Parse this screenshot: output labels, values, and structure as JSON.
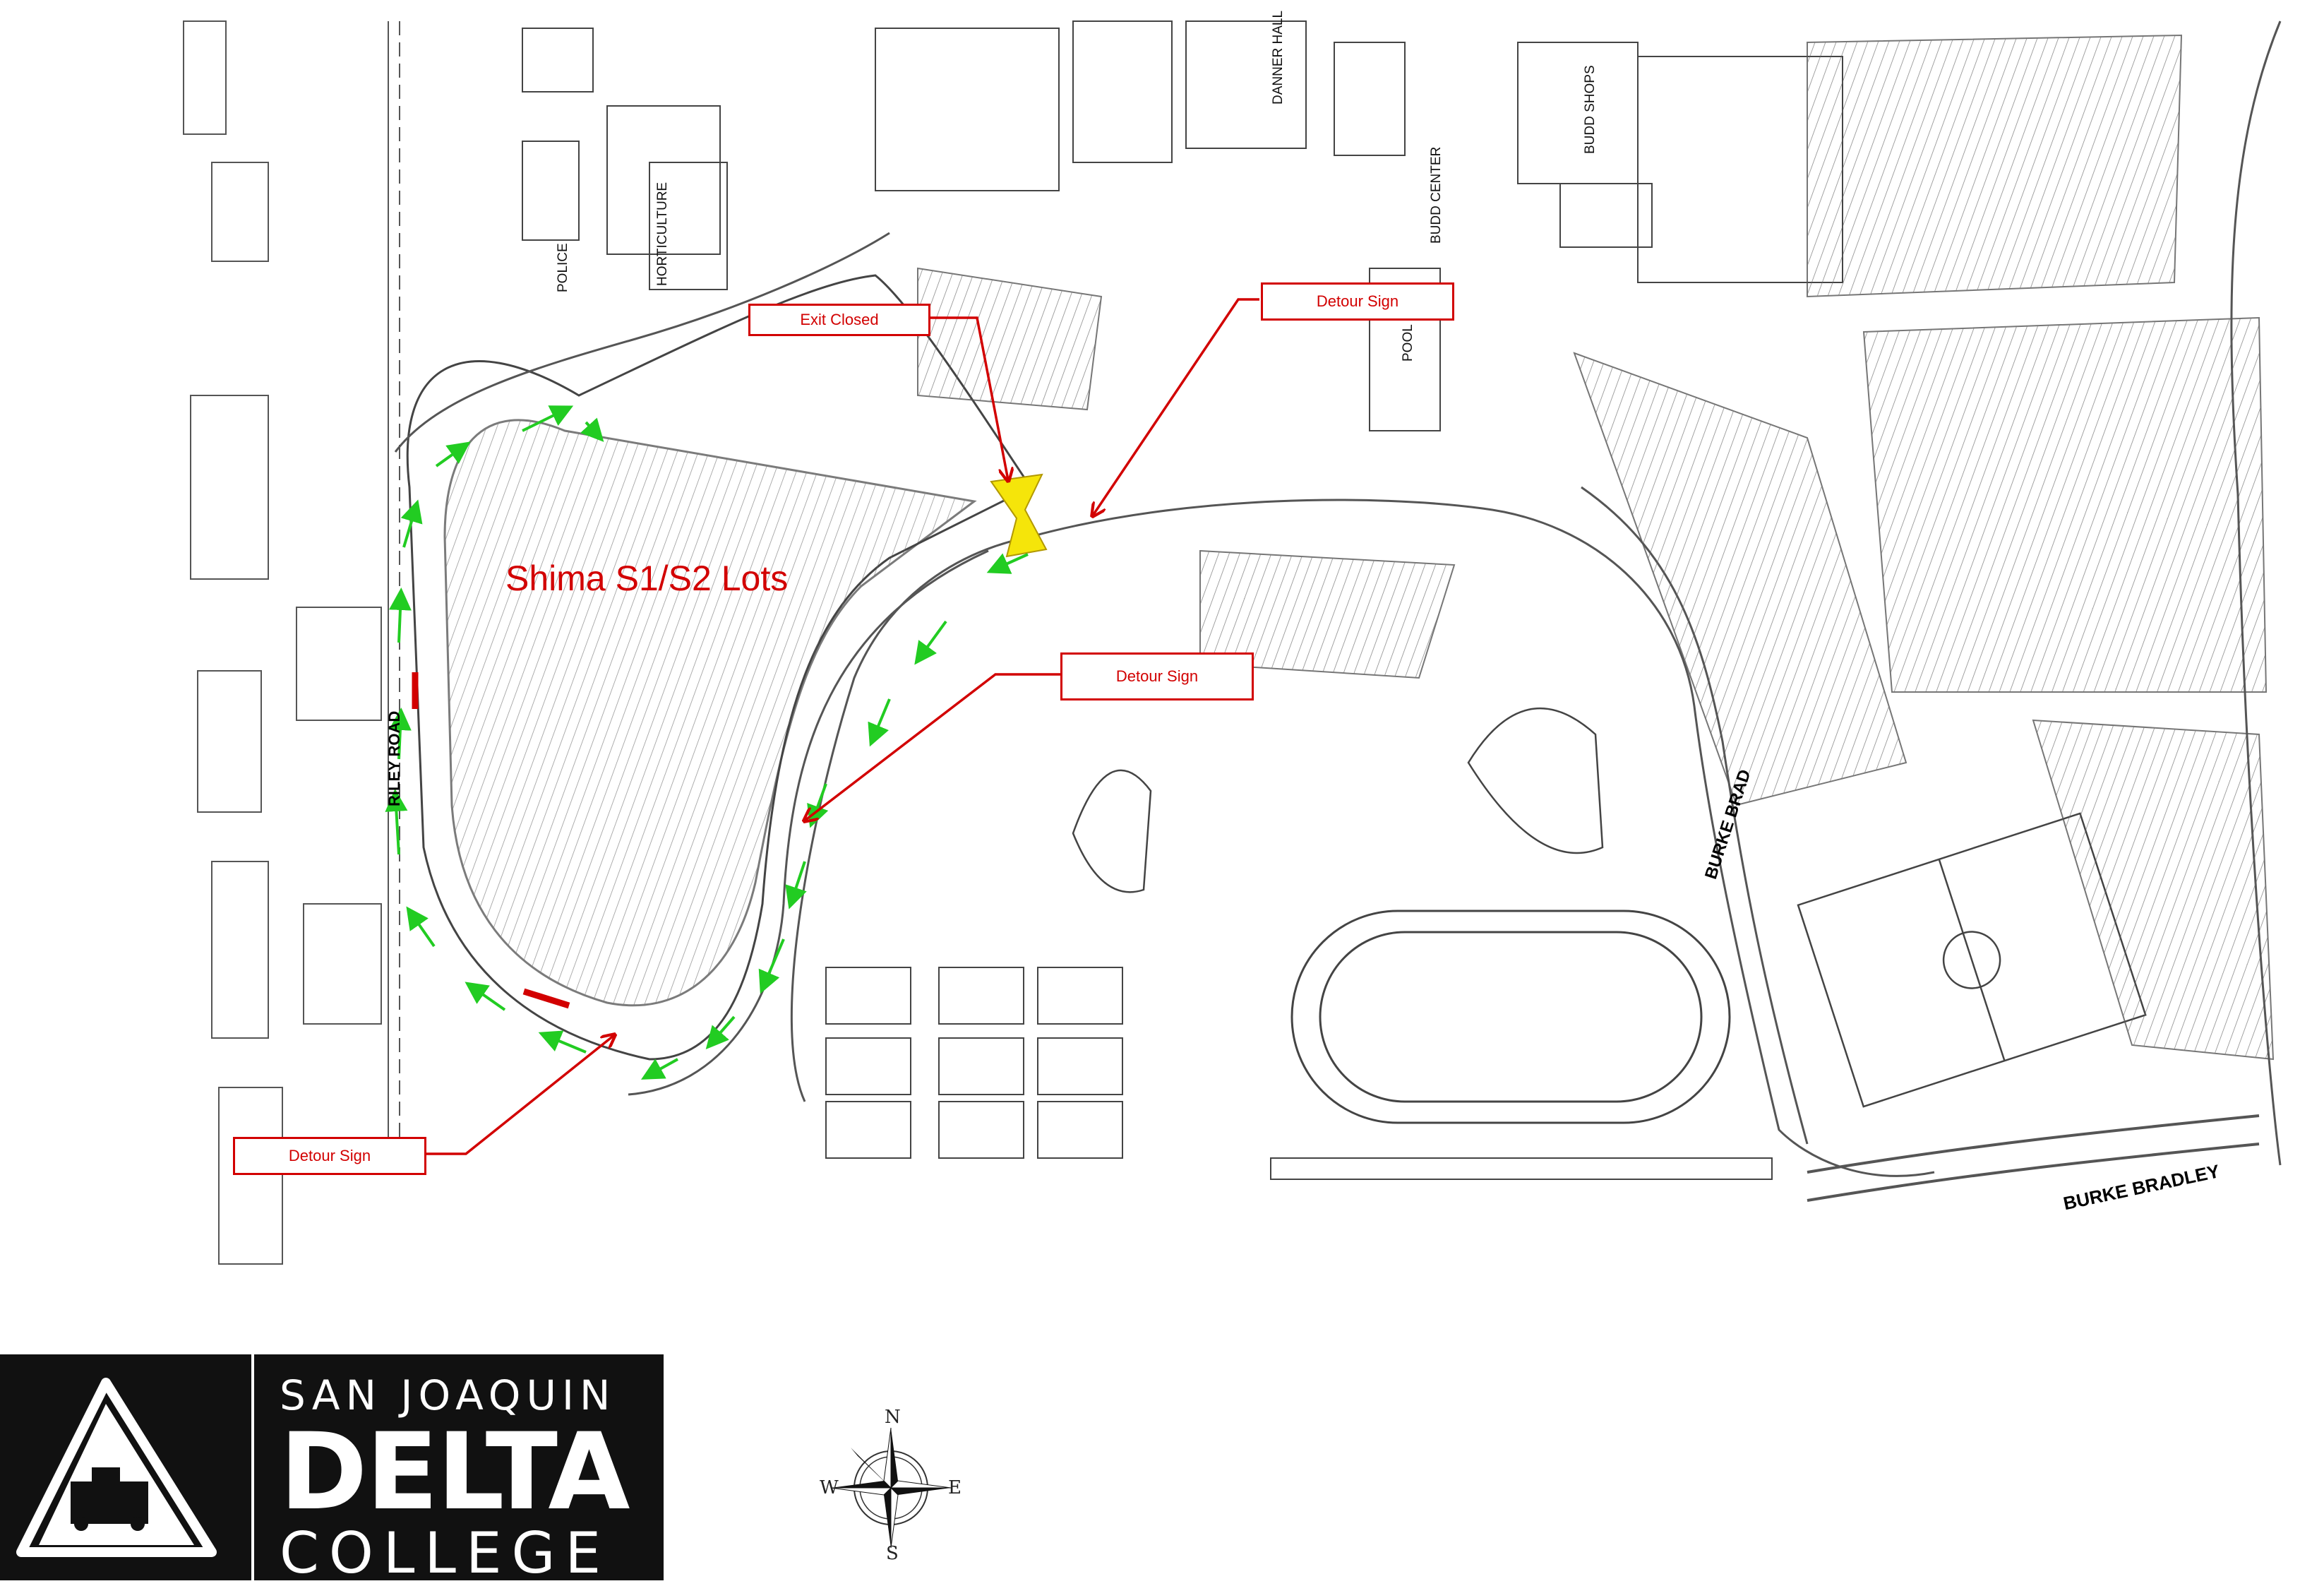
{
  "map": {
    "lot_title": "Shima S1/S2 Lots",
    "callouts": {
      "exit_closed": "Exit Closed",
      "detour_top": "Detour Sign",
      "detour_mid": "Detour Sign",
      "detour_bottom": "Detour Sign"
    },
    "roads": {
      "riley": "RILEY ROAD",
      "burke_east": "BURKE BRAD",
      "burke_bottom": "BURKE BRADLEY"
    },
    "buildings": {
      "police": "POLICE",
      "horticulture": "HORTICULTURE",
      "danner": "DANNER HALL",
      "budd_center": "BUDD CENTER",
      "budd_shops": "BUDD SHOPS",
      "pool": "POOL"
    },
    "colors": {
      "detour_red": "#d20000",
      "route_green": "#22cc22",
      "closure_yellow": "#f5e50a"
    }
  },
  "logo": {
    "line1": "SAN JOAQUIN",
    "line2": "DELTA",
    "line3": "COLLEGE"
  },
  "compass": {
    "n": "N",
    "s": "S",
    "e": "E",
    "w": "W"
  }
}
